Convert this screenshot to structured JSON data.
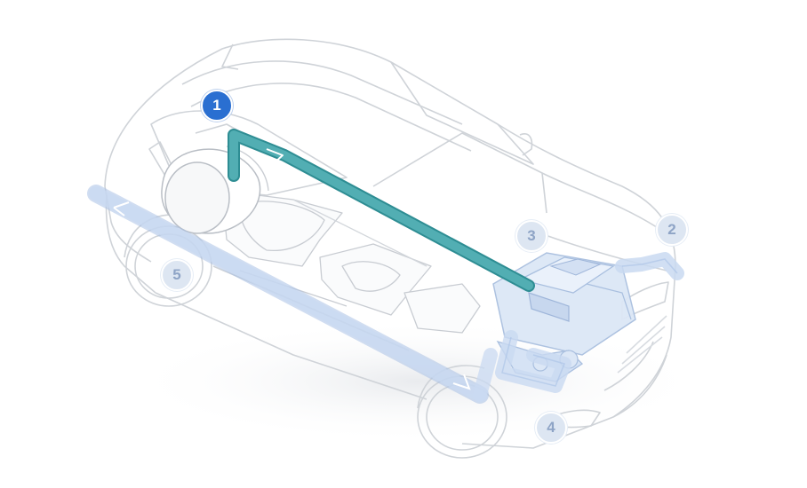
{
  "diagram": {
    "markers": [
      {
        "id": "1",
        "label": "1",
        "state": "active"
      },
      {
        "id": "2",
        "label": "2",
        "state": "muted"
      },
      {
        "id": "3",
        "label": "3",
        "state": "muted"
      },
      {
        "id": "4",
        "label": "4",
        "state": "muted"
      },
      {
        "id": "5",
        "label": "5",
        "state": "muted"
      }
    ],
    "colors": {
      "active_pipe": "#52aeb3",
      "active_pipe_edge": "#2e8d93",
      "muted_pipe": "#c9d9f1",
      "muted_pipe_edge": "#a9c1e6",
      "car_outline": "#cfd3d8",
      "active_badge": "#2a6fd1",
      "muted_badge": "#dde6f2"
    },
    "icons": {
      "vehicle": "vehicle-cutaway-icon",
      "tank": "hydrogen-tank-icon",
      "stack": "fuel-cell-stack-icon"
    }
  }
}
